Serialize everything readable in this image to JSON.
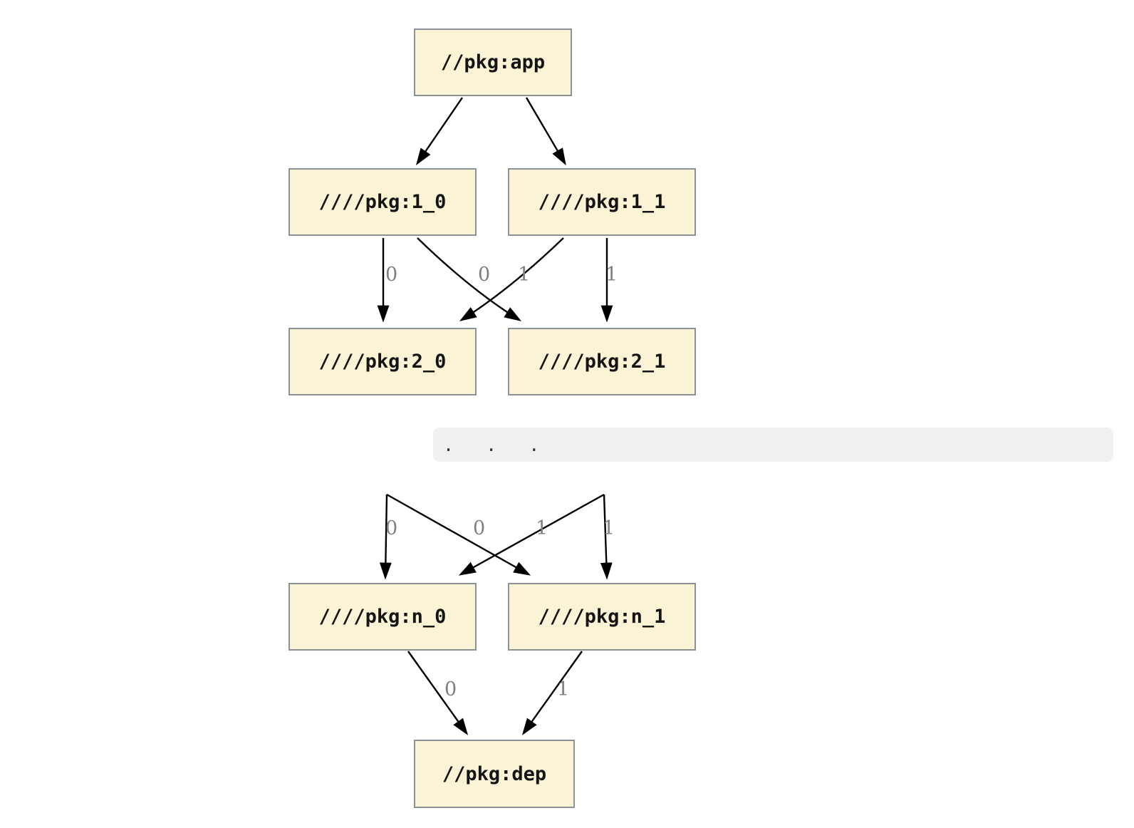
{
  "diagram": {
    "type": "dependency-graph",
    "colors": {
      "background": "#ffffff",
      "node_fill": "#fbf3d5",
      "node_border": "#8b9297",
      "edge": "#000000",
      "edge_label": "#7f7f7f",
      "separator_band": "#f1f1f1"
    },
    "nodes": {
      "app": {
        "label": "//pkg:app"
      },
      "l1_0": {
        "label": "////pkg:1_0"
      },
      "l1_1": {
        "label": "////pkg:1_1"
      },
      "l2_0": {
        "label": "////pkg:2_0"
      },
      "l2_1": {
        "label": "////pkg:2_1"
      },
      "ln_0": {
        "label": "////pkg:n_0"
      },
      "ln_1": {
        "label": "////pkg:n_1"
      },
      "dep": {
        "label": "//pkg:dep"
      }
    },
    "separator": {
      "text": ".  .  ."
    },
    "edges": [
      {
        "from": "//pkg:app",
        "to": "////pkg:1_0",
        "label": ""
      },
      {
        "from": "//pkg:app",
        "to": "////pkg:1_1",
        "label": ""
      },
      {
        "from": "////pkg:1_0",
        "to": "////pkg:2_0",
        "label": "0"
      },
      {
        "from": "////pkg:1_0",
        "to": "////pkg:2_1",
        "label": "1"
      },
      {
        "from": "////pkg:1_1",
        "to": "////pkg:2_0",
        "label": "0"
      },
      {
        "from": "////pkg:1_1",
        "to": "////pkg:2_1",
        "label": "1"
      },
      {
        "from": ".  .  .",
        "to": "////pkg:n_0",
        "label": "0"
      },
      {
        "from": ".  .  .",
        "to": "////pkg:n_1",
        "label": "1"
      },
      {
        "from": ".  .  .",
        "to": "////pkg:n_0",
        "label": "0"
      },
      {
        "from": ".  .  .",
        "to": "////pkg:n_1",
        "label": "1"
      },
      {
        "from": "////pkg:n_0",
        "to": "//pkg:dep",
        "label": "0"
      },
      {
        "from": "////pkg:n_1",
        "to": "//pkg:dep",
        "label": "1"
      }
    ]
  }
}
